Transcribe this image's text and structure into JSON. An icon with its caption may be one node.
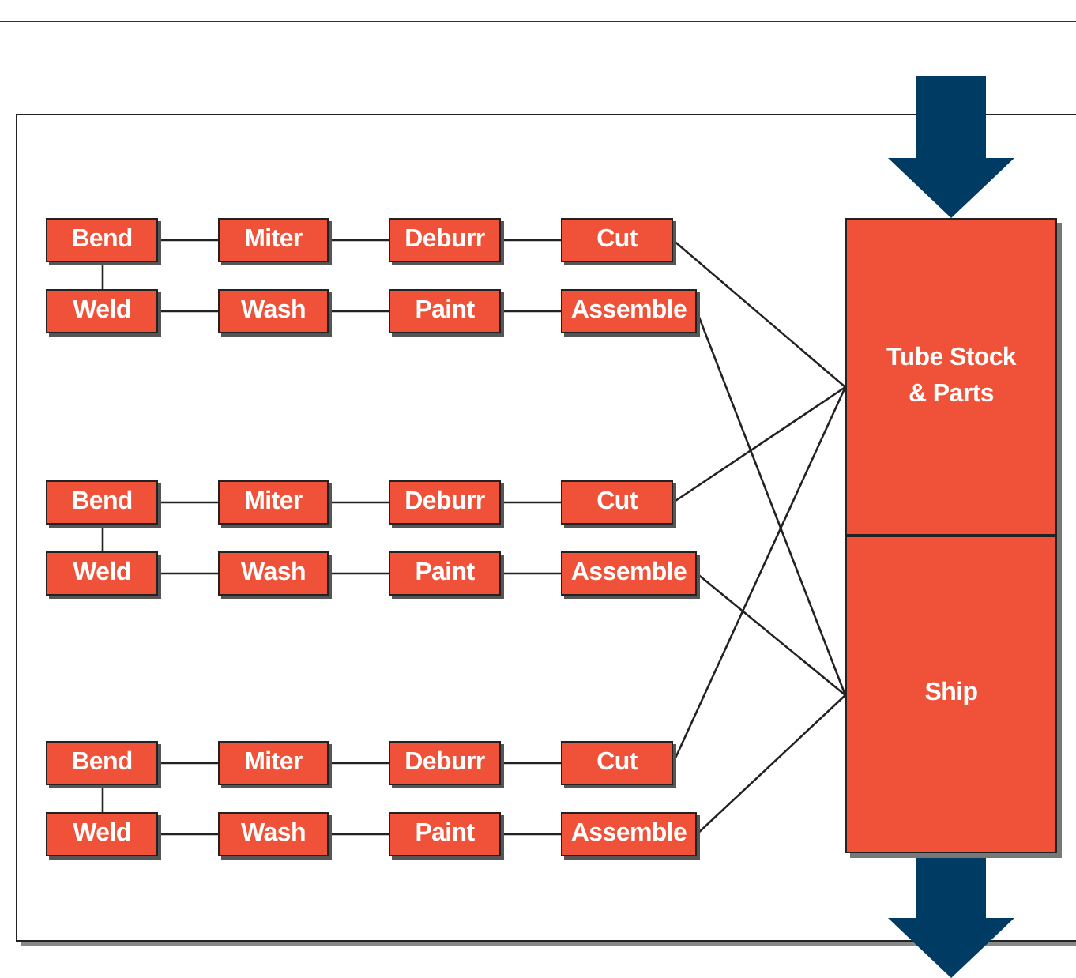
{
  "diagram": {
    "nodes": [
      {
        "text": [
          "Bend"
        ]
      },
      {
        "text": [
          "Miter"
        ]
      },
      {
        "text": [
          "Deburr"
        ]
      },
      {
        "text": [
          "Cut"
        ]
      },
      {
        "text": [
          "Weld"
        ]
      },
      {
        "text": [
          "Wash"
        ]
      },
      {
        "text": [
          "Paint"
        ]
      },
      {
        "text": [
          "Assemble"
        ]
      },
      {
        "text": [
          "Bend"
        ]
      },
      {
        "text": [
          "Miter"
        ]
      },
      {
        "text": [
          "Deburr"
        ]
      },
      {
        "text": [
          "Cut"
        ]
      },
      {
        "text": [
          "Weld"
        ]
      },
      {
        "text": [
          "Wash"
        ]
      },
      {
        "text": [
          "Paint"
        ]
      },
      {
        "text": [
          "Assemble"
        ]
      },
      {
        "text": [
          "Bend"
        ]
      },
      {
        "text": [
          "Miter"
        ]
      },
      {
        "text": [
          "Deburr"
        ]
      },
      {
        "text": [
          "Cut"
        ]
      },
      {
        "text": [
          "Weld"
        ]
      },
      {
        "text": [
          "Wash"
        ]
      },
      {
        "text": [
          "Paint"
        ]
      },
      {
        "text": [
          "Assemble"
        ]
      },
      {
        "text": [
          "Tube Stock & Parts"
        ]
      },
      {
        "text": [
          "Ship"
        ]
      }
    ],
    "edges": [
      {
        "from": 0,
        "to": 1,
        "arrow": "none"
      },
      {
        "from": 1,
        "to": 2,
        "arrow": "none"
      },
      {
        "from": 2,
        "to": 3,
        "arrow": "none"
      },
      {
        "from": 0,
        "to": 4,
        "arrow": "none"
      },
      {
        "from": 4,
        "to": 5,
        "arrow": "none"
      },
      {
        "from": 5,
        "to": 6,
        "arrow": "none"
      },
      {
        "from": 6,
        "to": 7,
        "arrow": "none"
      },
      {
        "from": 8,
        "to": 9,
        "arrow": "none"
      },
      {
        "from": 9,
        "to": 10,
        "arrow": "none"
      },
      {
        "from": 10,
        "to": 11,
        "arrow": "none"
      },
      {
        "from": 8,
        "to": 12,
        "arrow": "none"
      },
      {
        "from": 12,
        "to": 13,
        "arrow": "none"
      },
      {
        "from": 13,
        "to": 14,
        "arrow": "none"
      },
      {
        "from": 14,
        "to": 15,
        "arrow": "none"
      },
      {
        "from": 16,
        "to": 17,
        "arrow": "none"
      },
      {
        "from": 17,
        "to": 18,
        "arrow": "none"
      },
      {
        "from": 18,
        "to": 19,
        "arrow": "none"
      },
      {
        "from": 16,
        "to": 20,
        "arrow": "none"
      },
      {
        "from": 20,
        "to": 21,
        "arrow": "none"
      },
      {
        "from": 21,
        "to": 22,
        "arrow": "none"
      },
      {
        "from": 22,
        "to": 23,
        "arrow": "none"
      },
      {
        "from": 3,
        "to": 24,
        "arrow": "none"
      },
      {
        "from": 7,
        "to": 25,
        "arrow": "none"
      },
      {
        "from": 11,
        "to": 24,
        "arrow": "none"
      },
      {
        "from": 15,
        "to": 25,
        "arrow": "none"
      },
      {
        "from": 19,
        "to": 24,
        "arrow": "none"
      },
      {
        "from": 23,
        "to": 25,
        "arrow": "none"
      },
      {
        "from": null,
        "to": 24,
        "arrow": "to",
        "style": "thick",
        "color": "#003b64"
      },
      {
        "from": 25,
        "to": null,
        "arrow": "to",
        "style": "thick",
        "color": "#003b64"
      }
    ]
  }
}
